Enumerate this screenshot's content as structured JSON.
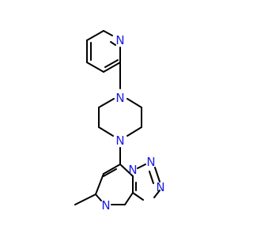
{
  "molecule": {
    "atom_label_color": "#1a1ae6",
    "bond_color": "#000000",
    "labels": {
      "pyridine_n": "N",
      "piperazine_n_top": "N",
      "piperazine_n_bottom": "N",
      "triazole_n1": "N",
      "triazole_n2": "N",
      "pyrimidine_n": "N",
      "triazole_n4": "N"
    }
  }
}
